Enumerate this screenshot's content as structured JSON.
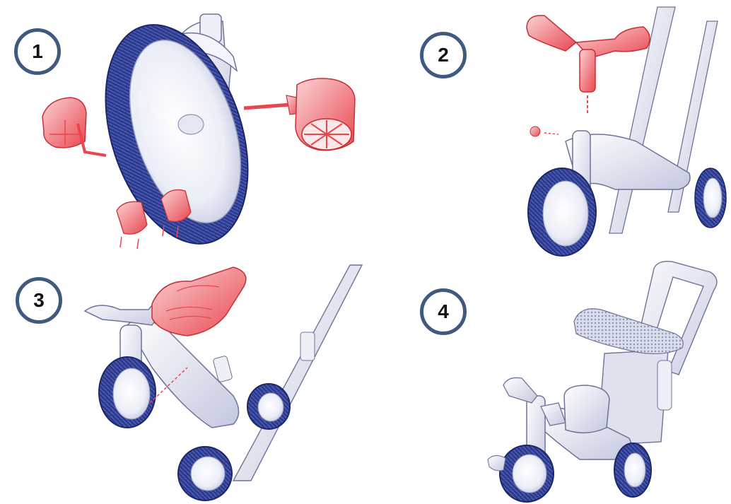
{
  "steps": [
    {
      "number": "1",
      "description_icon": "front-wheel-pedals-exploded-icon"
    },
    {
      "number": "2",
      "description_icon": "handlebar-attach-icon"
    },
    {
      "number": "3",
      "description_icon": "seat-attach-icon"
    },
    {
      "number": "4",
      "description_icon": "assembled-tricycle-icon"
    }
  ],
  "colors": {
    "badge_border": "#3f5a7e",
    "tire_blue": "#2b3a8f",
    "part_red": "#e8474f",
    "frame_grey": "#c9cde0",
    "outline": "#6e7398"
  }
}
